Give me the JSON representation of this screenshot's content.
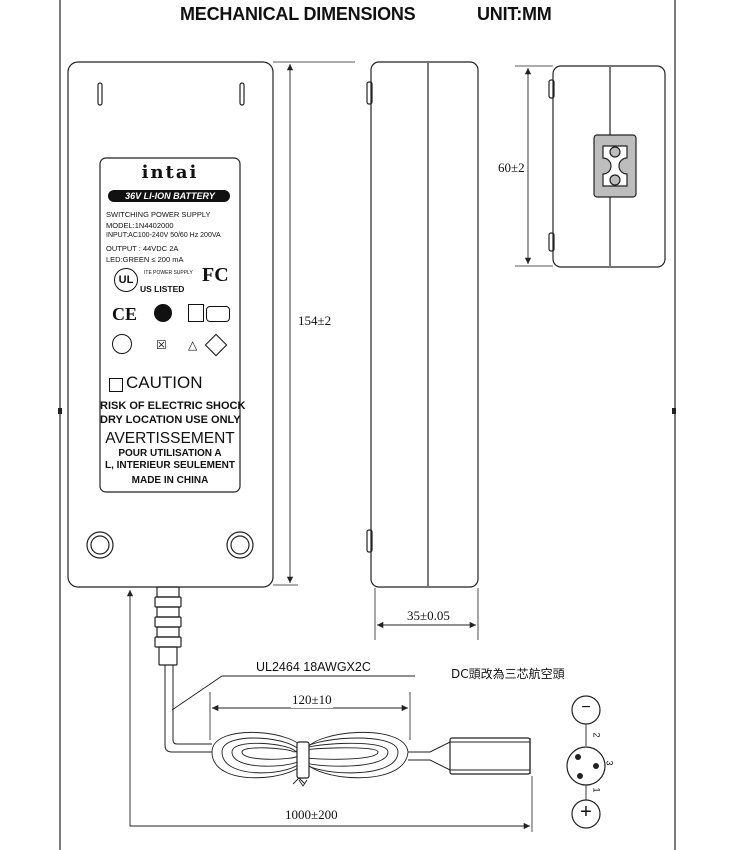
{
  "header": {
    "title": "MECHANICAL DIMENSIONS",
    "unit": "UNIT:MM"
  },
  "label": {
    "brand": "intai",
    "battery": "36V LI-ION BATTERY",
    "line1": "SWITCHING POWER SUPPLY",
    "model": "MODEL:1N4402000",
    "input": "INPUT:AC100-240V 50/60 Hz 200VA",
    "output": "OUTPUT : 44VDC 2A",
    "led": "LED:GREEN ≤ 200 mA",
    "ul_sub": "ITE POWER SUPPLY",
    "ul_listed": "US LISTED",
    "fcc": "FC",
    "caution": "CAUTION",
    "risk": "RISK OF ELECTRIC SHOCK",
    "dry": "DRY LOCATION USE ONLY",
    "avert": "AVERTISSEMENT",
    "pour": "POUR UTILISATION A",
    "interieur": "L, INTERIEUR SEULEMENT",
    "made": "MADE IN CHINA"
  },
  "dimensions": {
    "length": "154±2",
    "height": "60±2",
    "thickness": "35±0.05",
    "coil": "120±10",
    "cable_length": "1000±200"
  },
  "cable": {
    "spec": "UL2464 18AWGX2C",
    "note": "DC頭改為三芯航空頭"
  },
  "pins": {
    "minus": "−",
    "plus": "+",
    "pin1": "1",
    "pin2": "2",
    "pin3": "3"
  }
}
